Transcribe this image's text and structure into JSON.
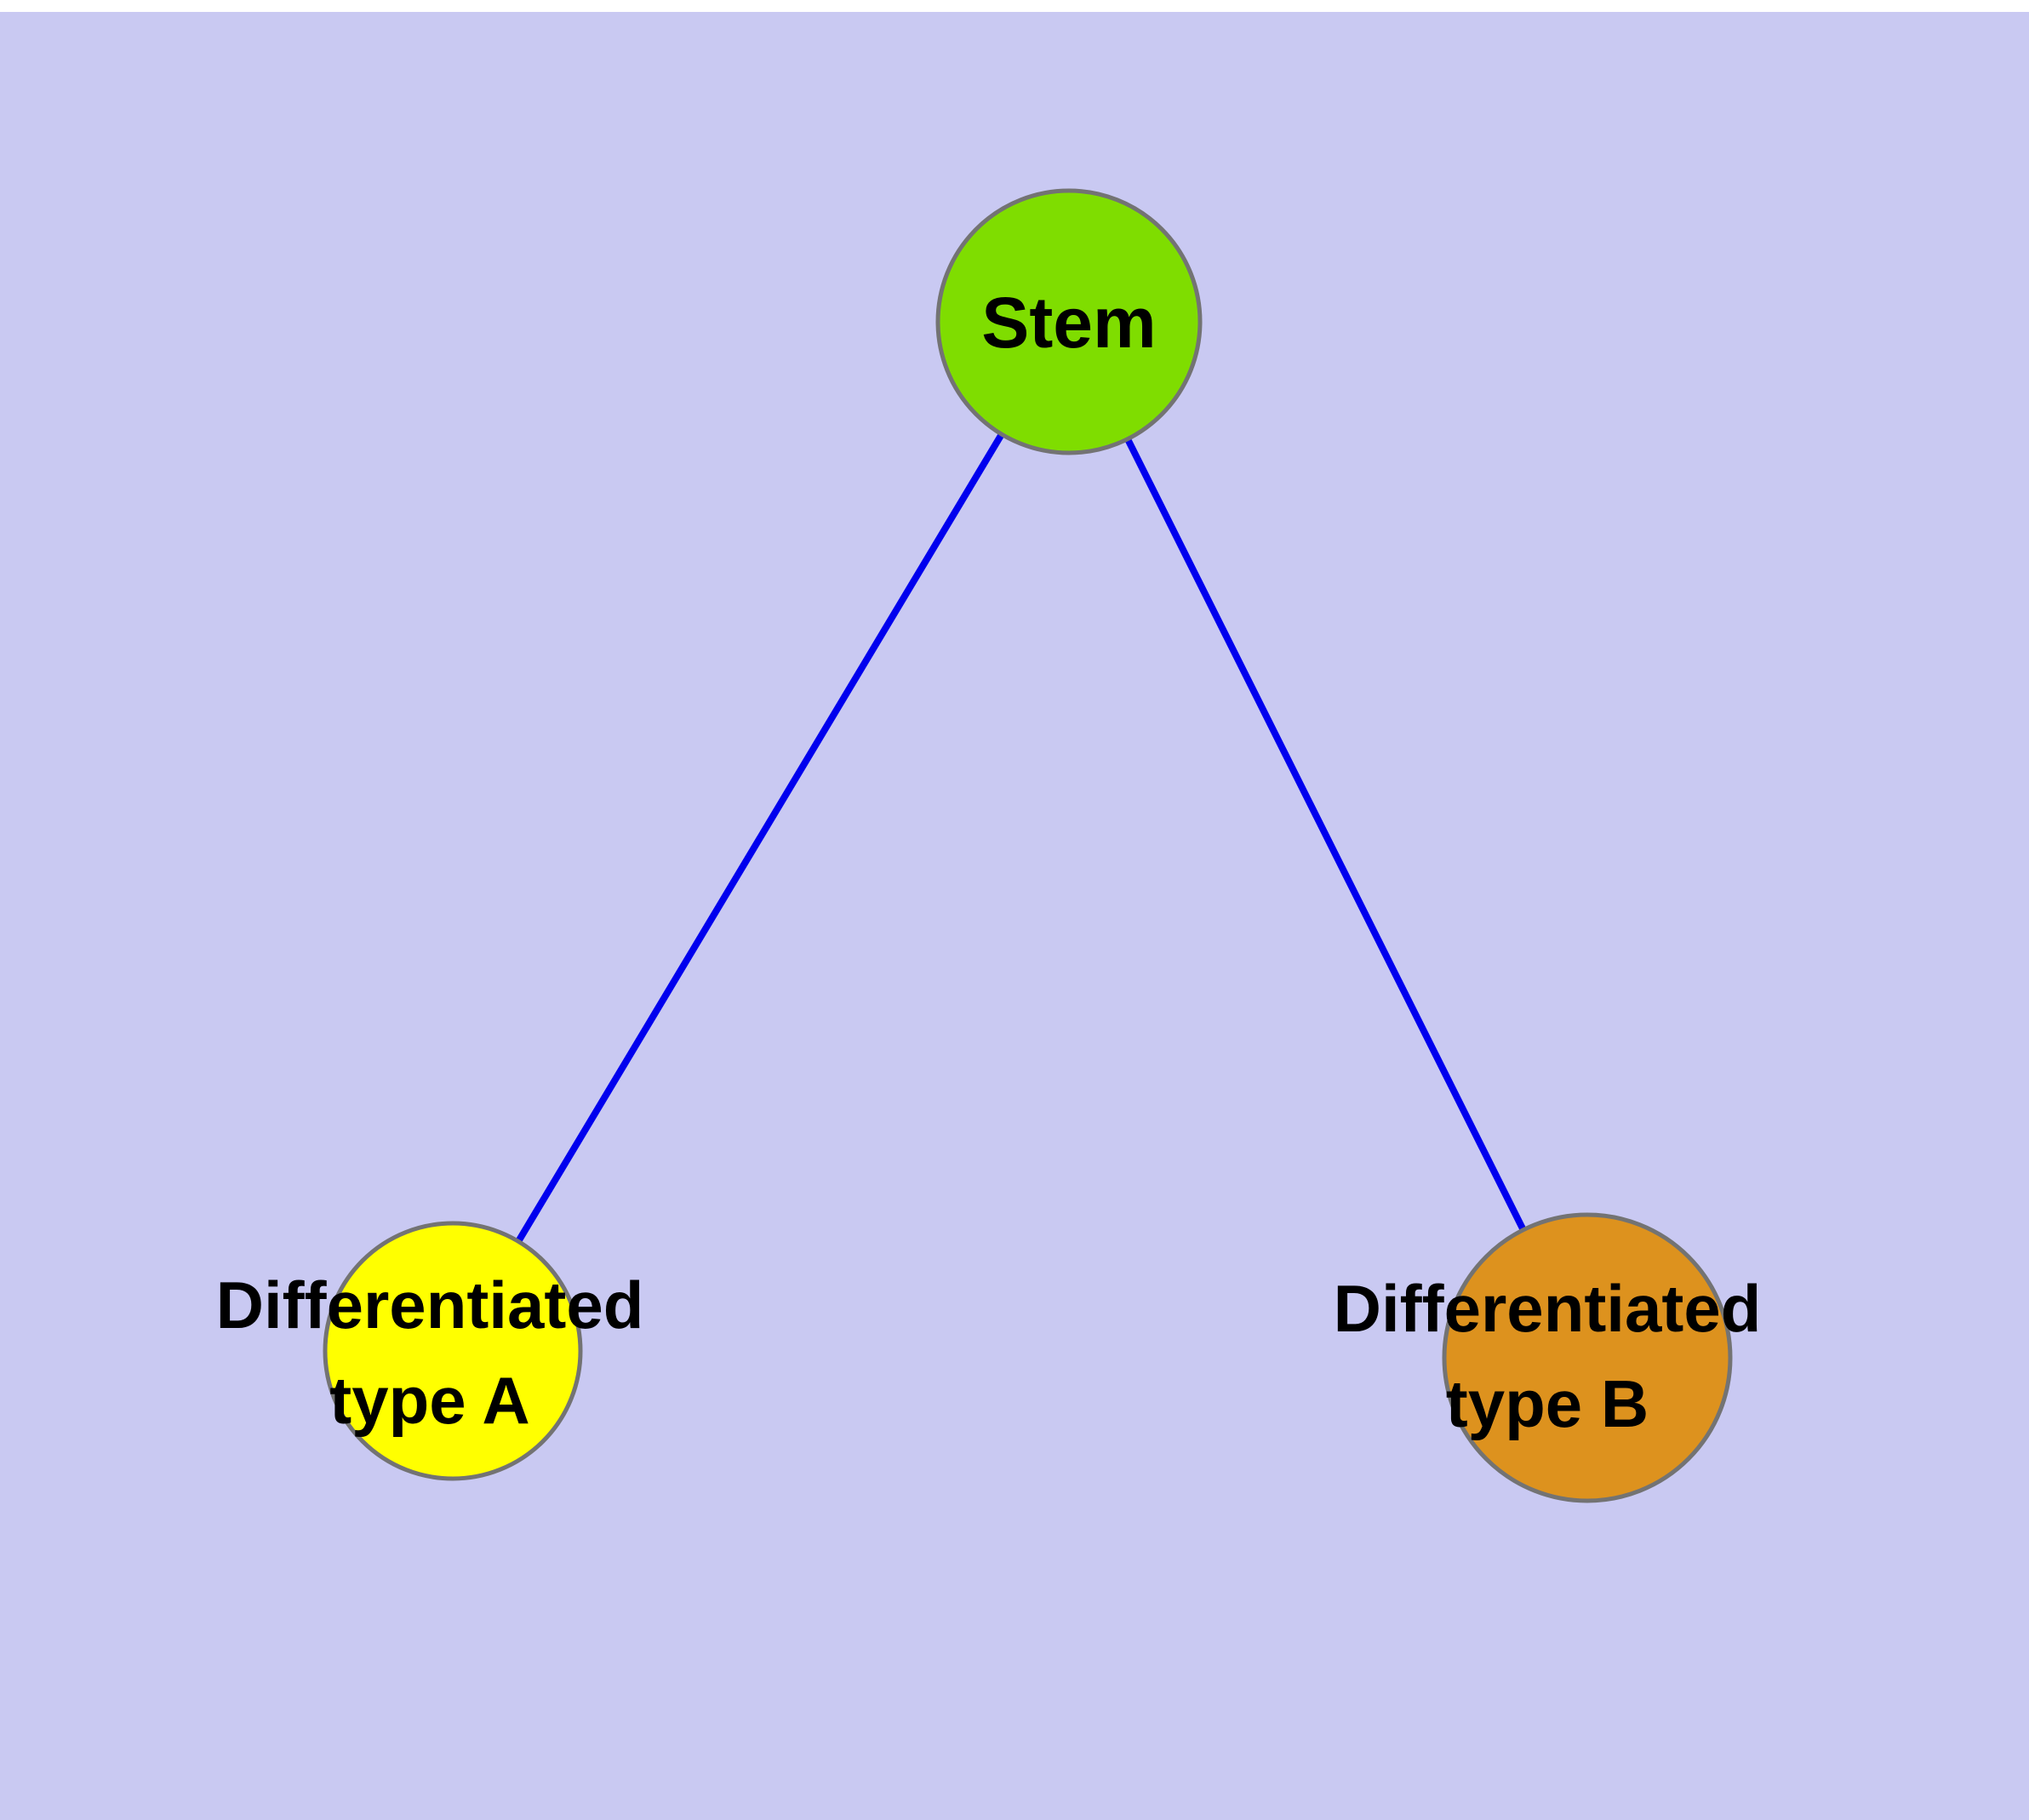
{
  "colors": {
    "background": "#c9c9f2",
    "edge": "#0000ee",
    "node_stroke": "#737373",
    "stem_fill": "#7fdd00",
    "type_a_fill": "#ffff00",
    "type_b_fill": "#dd921e",
    "label_text": "#000000"
  },
  "nodes": {
    "stem": {
      "label": "Stem"
    },
    "type_a": {
      "label_line1": "Differentiated",
      "label_line2": "type A"
    },
    "type_b": {
      "label_line1": "Differentiated",
      "label_line2": "type B"
    }
  },
  "edges": [
    {
      "from": "Stem",
      "to": "Differentiated type A"
    },
    {
      "from": "Stem",
      "to": "Differentiated type B"
    }
  ]
}
